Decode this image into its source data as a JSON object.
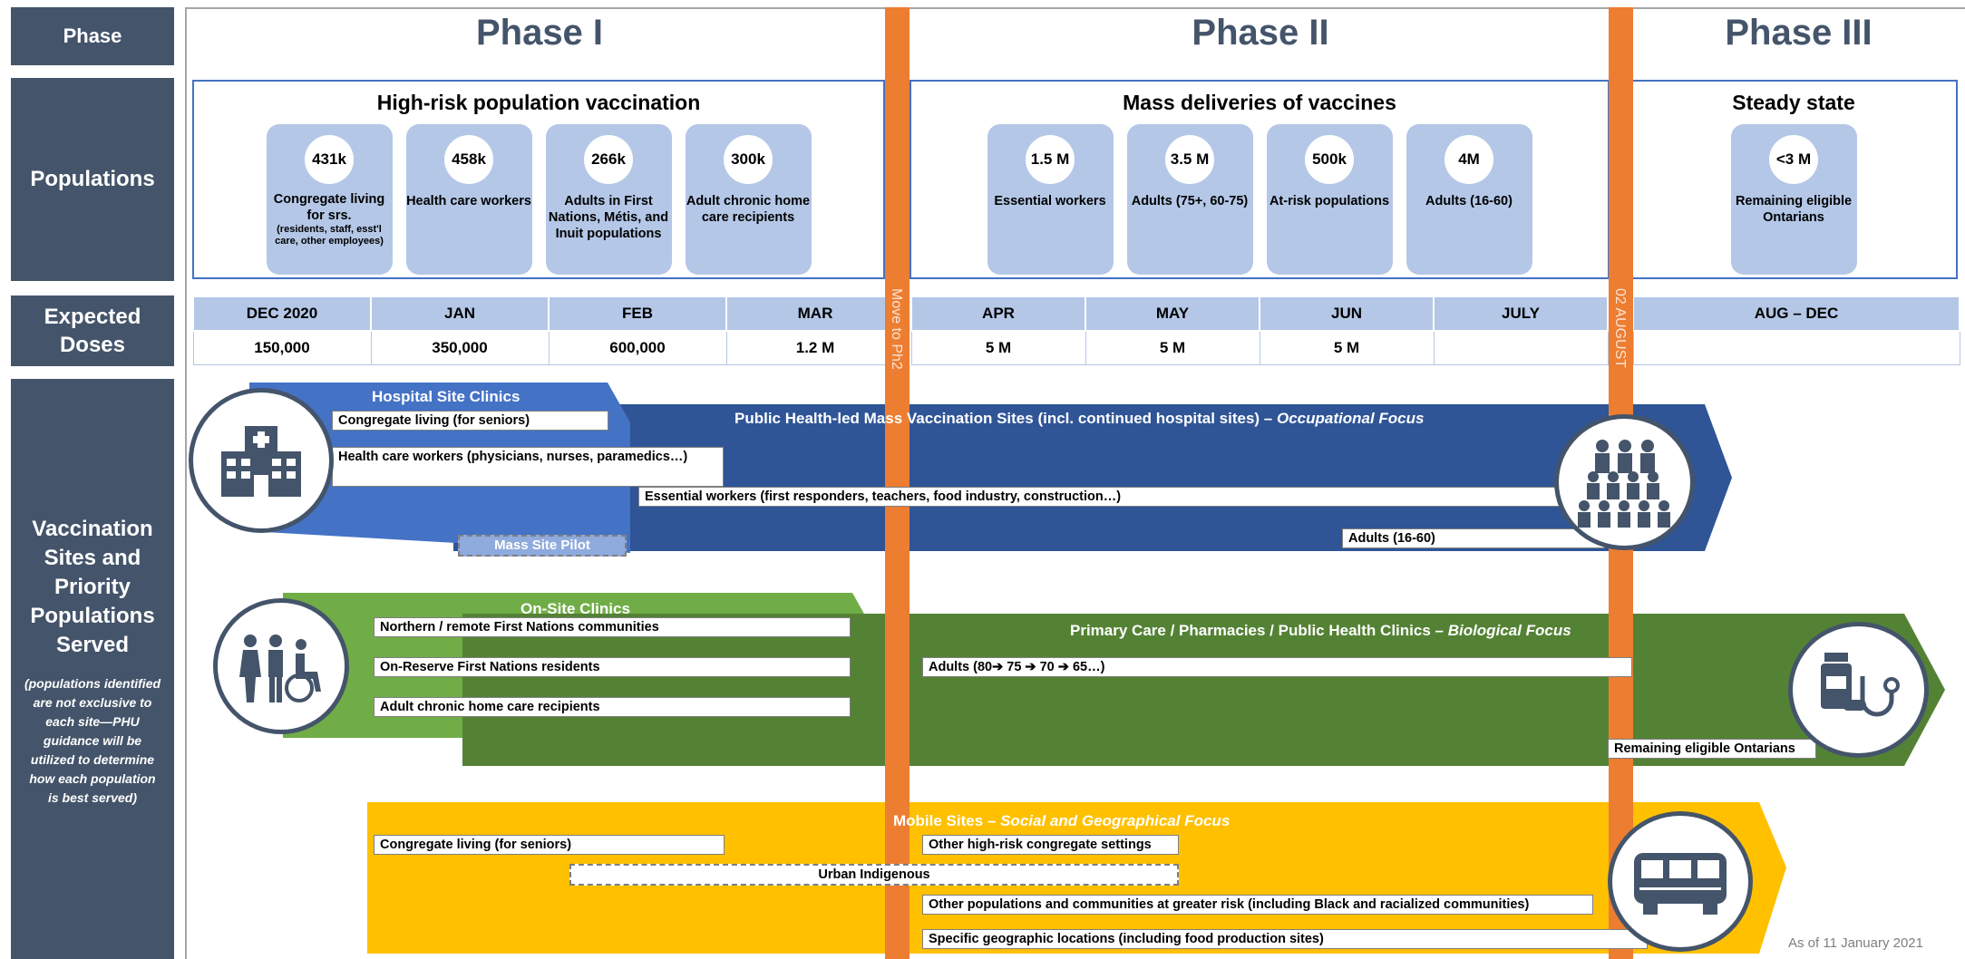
{
  "row_headers": {
    "phase": "Phase",
    "populations": "Populations",
    "expected_doses": [
      "Expected",
      "Doses"
    ],
    "sites": [
      "Vaccination",
      "Sites and",
      "Priority",
      "Populations",
      "Served"
    ],
    "sites_note": [
      "(populations identified",
      "are not exclusive to",
      "each site—PHU",
      "guidance will be",
      "utilized to determine",
      "how each population",
      "is best served)"
    ]
  },
  "phases": [
    "Phase I",
    "Phase II",
    "Phase III"
  ],
  "panels": [
    {
      "title": "High-risk population vaccination",
      "cards": [
        {
          "value": "431k",
          "label": "Congregate living for srs.",
          "sub": "(residents, staff, esst'l care, other employees)"
        },
        {
          "value": "458k",
          "label": "Health care workers",
          "sub": ""
        },
        {
          "value": "266k",
          "label": "Adults in First Nations, Métis, and Inuit populations",
          "sub": ""
        },
        {
          "value": "300k",
          "label": "Adult chronic home care recipients",
          "sub": ""
        }
      ]
    },
    {
      "title": "Mass deliveries of vaccines",
      "cards": [
        {
          "value": "1.5 M",
          "label": "Essential workers",
          "sub": ""
        },
        {
          "value": "3.5 M",
          "label": "Adults (75+, 60-75)",
          "sub": ""
        },
        {
          "value": "500k",
          "label": "At-risk populations",
          "sub": ""
        },
        {
          "value": "4M",
          "label": "Adults (16-60)",
          "sub": ""
        }
      ]
    },
    {
      "title": "Steady state",
      "cards": [
        {
          "value": "<3 M",
          "label": "Remaining eligible Ontarians",
          "sub": ""
        }
      ]
    }
  ],
  "doses": {
    "months": [
      "DEC 2020",
      "JAN",
      "FEB",
      "MAR",
      "APR",
      "MAY",
      "JUN",
      "JULY",
      "AUG – DEC"
    ],
    "values": [
      "150,000",
      "350,000",
      "600,000",
      "1.2 M",
      "5 M",
      "5 M",
      "5 M",
      "",
      ""
    ]
  },
  "milestones": [
    "Move to Ph2",
    "02 AUGUST"
  ],
  "hospital": {
    "title": "Hospital Site Clinics",
    "pilot": "Mass Site Pilot",
    "items": [
      "Congregate living (for seniors)",
      "Health care workers (physicians, nurses, paramedics…)"
    ]
  },
  "public_health": {
    "title": "Public Health-led Mass Vaccination Sites (incl. continued hospital sites) – ",
    "focus": "Occupational Focus",
    "items": [
      "Essential workers (first responders, teachers, food industry, construction…)",
      "Adults (16-60)"
    ]
  },
  "onsite": {
    "title": "On-Site Clinics",
    "items": [
      "Northern / remote First Nations communities",
      "On-Reserve First Nations residents",
      "Adult chronic home care recipients"
    ]
  },
  "primary_care": {
    "title": "Primary Care / Pharmacies / Public Health Clinics – ",
    "focus": "Biological Focus",
    "items": [
      "Adults (80➔ 75 ➔ 70 ➔ 65…)",
      "Remaining eligible Ontarians"
    ]
  },
  "mobile": {
    "title": "Mobile Sites – ",
    "focus": "Social and Geographical Focus",
    "items": [
      "Congregate living (for seniors)",
      "Other high-risk congregate settings",
      "Urban Indigenous",
      "Other populations and communities at greater risk (including Black and racialized communities)",
      "Specific geographic locations (including food production sites)"
    ]
  },
  "footer": "As of 11 January 2021",
  "colors": {
    "header": "#44546a",
    "card": "#b4c7e7",
    "orange": "#ed7d31",
    "hospital": "#4472c4",
    "public_health": "#2f5597",
    "onsite": "#70ad47",
    "primary": "#548235",
    "mobile": "#ffc000"
  },
  "icons": [
    "hospital-icon",
    "people-icon",
    "doctor-icon",
    "bottles-stethoscope-icon",
    "bus-icon"
  ]
}
